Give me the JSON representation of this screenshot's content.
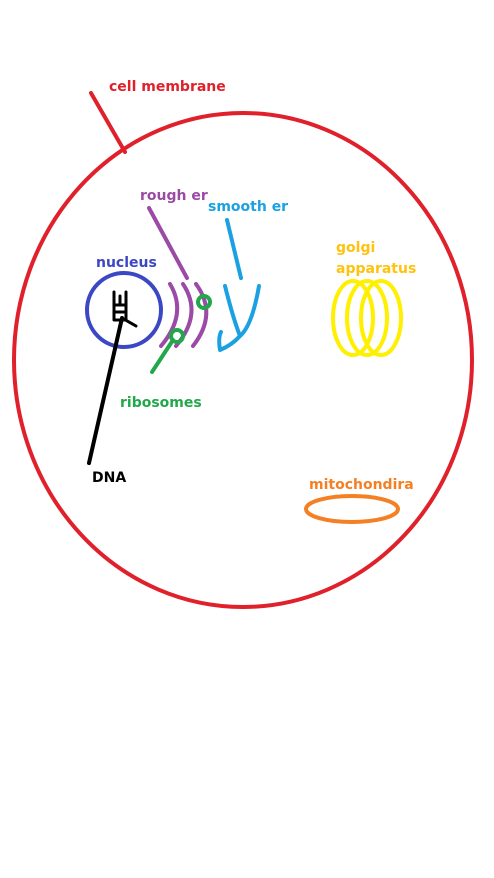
{
  "labels": {
    "cell_membrane": "cell membrane",
    "rough_er": "rough er",
    "smooth_er": "smooth er",
    "nucleus": "nucleus",
    "golgi_line1": "golgi",
    "golgi_line2": "apparatus",
    "ribosomes": "ribosomes",
    "dna": "DNA",
    "mitochondria": "mitochondira"
  },
  "colors": {
    "cell_membrane": "#e0202a",
    "rough_er": "#9b4aa6",
    "smooth_er": "#1ba1e2",
    "nucleus": "#3b47c4",
    "golgi_shape": "#ffef00",
    "golgi_label": "#ffc20e",
    "ribosomes": "#22a84a",
    "dna": "#000000",
    "mitochondria": "#f58024"
  }
}
